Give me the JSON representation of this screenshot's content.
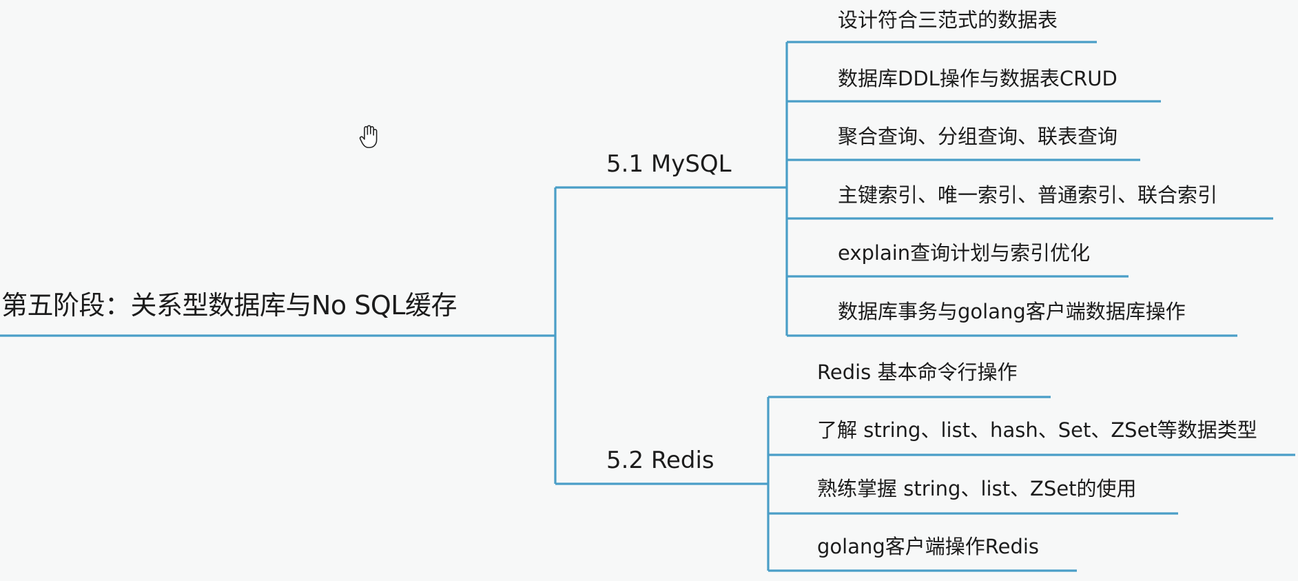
{
  "root": {
    "label": "第五阶段：关系型数据库与No SQL缓存"
  },
  "branches": [
    {
      "label": "5.1 MySQL",
      "items": [
        "设计符合三范式的数据表",
        "数据库DDL操作与数据表CRUD",
        "聚合查询、分组查询、联表查询",
        "主键索引、唯一索引、普通索引、联合索引",
        "explain查询计划与索引优化",
        "数据库事务与golang客户端数据库操作"
      ]
    },
    {
      "label": "5.2 Redis",
      "items": [
        "Redis 基本命令行操作",
        "了解 string、list、hash、Set、ZSet等数据类型",
        "熟练掌握 string、list、ZSet的使用",
        "golang客户端操作Redis"
      ]
    }
  ],
  "colors": {
    "connector": "#4a9ec7",
    "background": "#f7f8f8",
    "text": "#1c1c1c"
  },
  "cursor_icon": "hand-pointer-icon"
}
